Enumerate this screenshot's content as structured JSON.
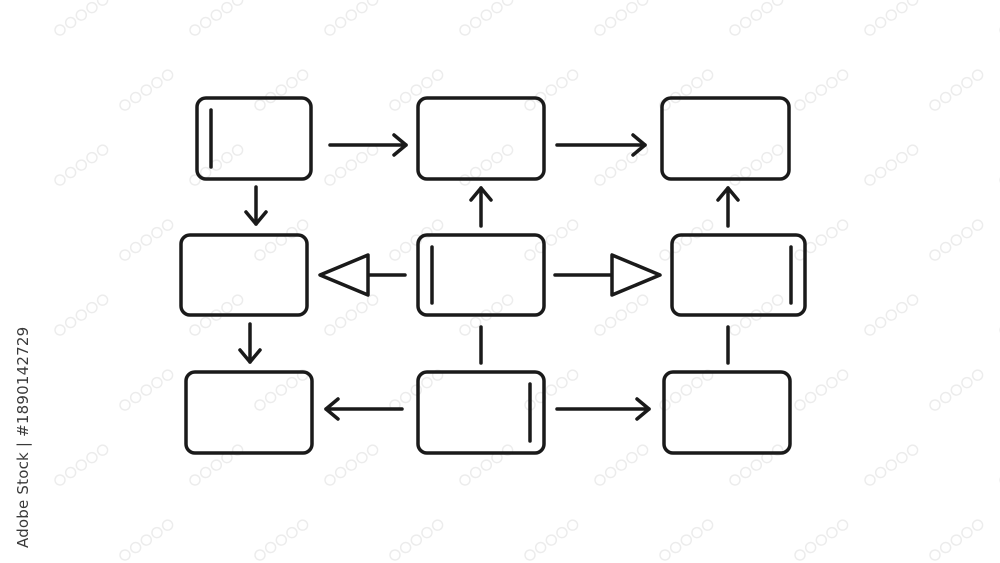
{
  "watermark": {
    "side_text": "Adobe Stock | #1890142729"
  },
  "colors": {
    "stroke": "#1a1a1a",
    "background": "#ffffff"
  },
  "diagram": {
    "boxes": [
      {
        "id": "top-left",
        "marker": "left"
      },
      {
        "id": "top-center",
        "marker": "none"
      },
      {
        "id": "top-right",
        "marker": "none"
      },
      {
        "id": "middle-left",
        "marker": "none"
      },
      {
        "id": "middle-center",
        "marker": "left"
      },
      {
        "id": "middle-right",
        "marker": "right"
      },
      {
        "id": "bottom-left",
        "marker": "none"
      },
      {
        "id": "bottom-center",
        "marker": "right"
      },
      {
        "id": "bottom-right",
        "marker": "none"
      }
    ],
    "connections": [
      {
        "from": "top-left",
        "to": "top-center",
        "style": "arrow"
      },
      {
        "from": "top-center",
        "to": "top-right",
        "style": "arrow"
      },
      {
        "from": "top-left",
        "to": "middle-left",
        "style": "arrow"
      },
      {
        "from": "middle-center",
        "to": "top-center",
        "style": "arrow"
      },
      {
        "from": "middle-right",
        "to": "top-right",
        "style": "arrow"
      },
      {
        "from": "middle-center",
        "to": "middle-left",
        "style": "triangle"
      },
      {
        "from": "middle-center",
        "to": "middle-right",
        "style": "triangle"
      },
      {
        "from": "middle-left",
        "to": "bottom-left",
        "style": "arrow"
      },
      {
        "from": "bottom-center",
        "to": "middle-center",
        "style": "line"
      },
      {
        "from": "bottom-right",
        "to": "middle-right",
        "style": "line"
      },
      {
        "from": "bottom-center",
        "to": "bottom-left",
        "style": "arrow"
      },
      {
        "from": "bottom-center",
        "to": "bottom-right",
        "style": "arrow"
      }
    ]
  }
}
